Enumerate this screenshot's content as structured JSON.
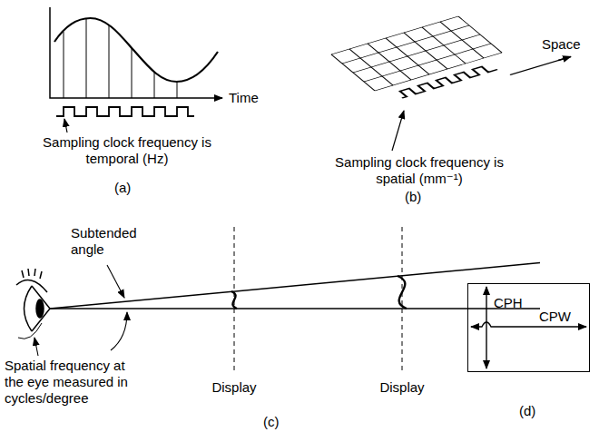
{
  "diagram": {
    "nodes": [
      {
        "text": [
          "CPH",
          "CPW"
        ]
      }
    ],
    "labels": [
      "Time",
      "Sampling clock frequency is temporal (Hz)",
      "(a)",
      "Space",
      "Sampling clock frequency is spatial (mm⁻¹)",
      "(b)",
      "Subtended angle",
      "Spatial frequency at the eye measured in cycles/degree",
      "Display",
      "Display",
      "(c)",
      "(d)"
    ]
  }
}
